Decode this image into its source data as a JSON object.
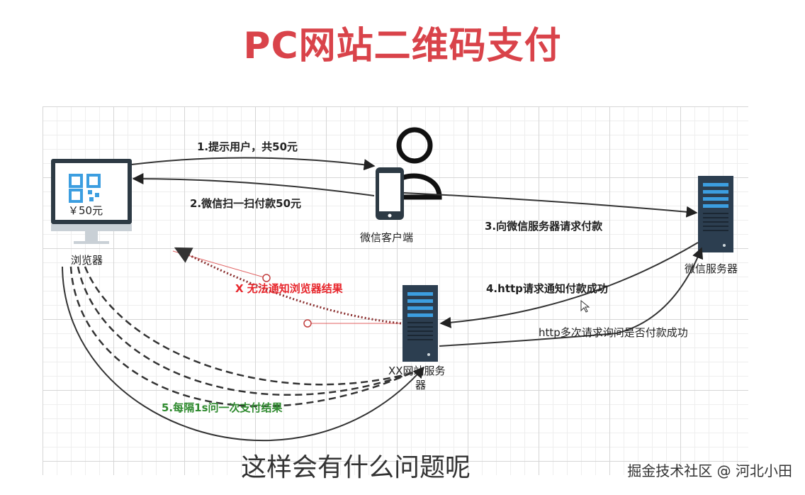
{
  "title": "PC网站二维码支付",
  "nodes": {
    "browser_price": "￥50元",
    "browser_label": "浏览器",
    "wechat_client_label": "微信客户端",
    "wechat_server_label": "微信服务器",
    "xx_server_label_line1": "XX网站服务",
    "xx_server_label_line2": "器"
  },
  "edges": {
    "step1": "1.提示用户，共50元",
    "step2": "2.微信扫一扫付款50元",
    "step3": "3.向微信服务器请求付款",
    "step4": "4.http请求通知付款成功",
    "polling": "http多次请求询问是否付款成功",
    "cannot_notify": "X 无法通知浏览器结果",
    "step5": "5.每隔1s问一次支付结果"
  },
  "subtitle": "这样会有什么问题呢",
  "watermark": "掘金技术社区 @ 河北小田",
  "colors": {
    "title": "#d9434a",
    "red": "#e8262c",
    "green": "#2e8a2e",
    "server": "#2c3e50",
    "qr": "#3c9ee0"
  },
  "icons": [
    "monitor-icon",
    "qr-code-icon",
    "user-icon",
    "phone-icon",
    "server-icon"
  ]
}
